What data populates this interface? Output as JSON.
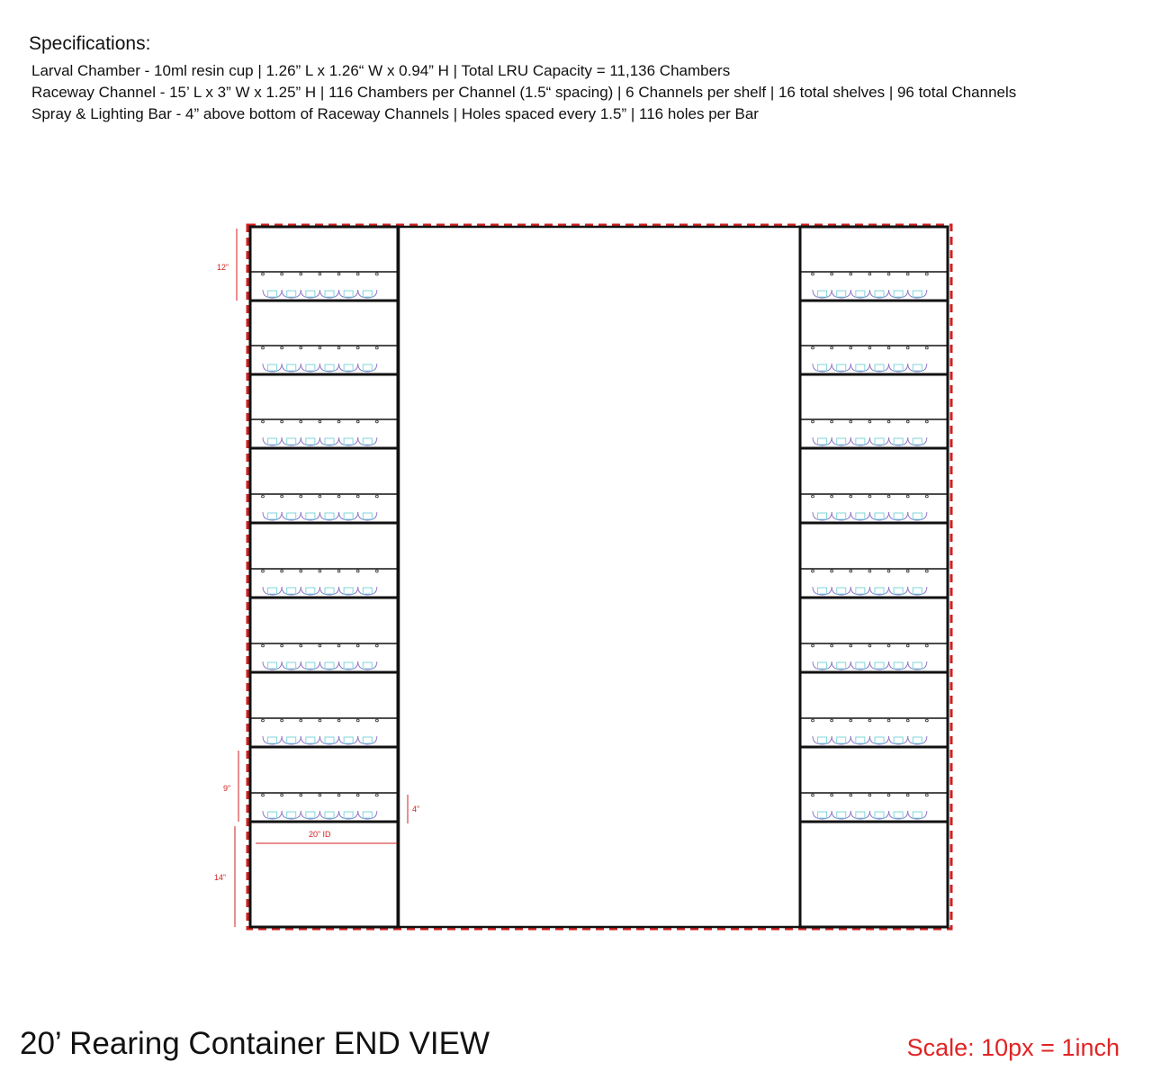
{
  "specifications": {
    "heading": "Specifications:",
    "lines": [
      "Larval Chamber - 10ml resin cup  |  1.26” L x 1.26“ W x 0.94” H    |    Total LRU Capacity =  11,136 Chambers",
      "Raceway Channel - 15’ L x 3” W x 1.25” H  |  116 Chambers per Channel  (1.5“ spacing)    |  6 Channels per shelf  |  16 total shelves  |    96 total Channels",
      "Spray & Lighting Bar  -  4” above bottom of Raceway Channels   |    Holes spaced every 1.5”    |    116 holes per Bar"
    ]
  },
  "dimensions": {
    "top_shelf": "12”",
    "shelf_spacing": "9”",
    "bar_height": "4”",
    "inner_width": "20” ID",
    "bottom_clearance": "14”"
  },
  "diagram": {
    "racks": [
      "left",
      "right"
    ],
    "shelves_per_rack": 8,
    "channels_per_shelf_drawn": 6,
    "colors": {
      "frame": "#111111",
      "outline_dashed": "#d21f1f",
      "dimension": "#d21f1f",
      "cup": "#7fd6d9",
      "channel": "#8a6cc9",
      "bar_hole": "#222222"
    }
  },
  "footer": {
    "title": "20’ Rearing Container END VIEW",
    "scale": "Scale: 10px = 1inch"
  }
}
